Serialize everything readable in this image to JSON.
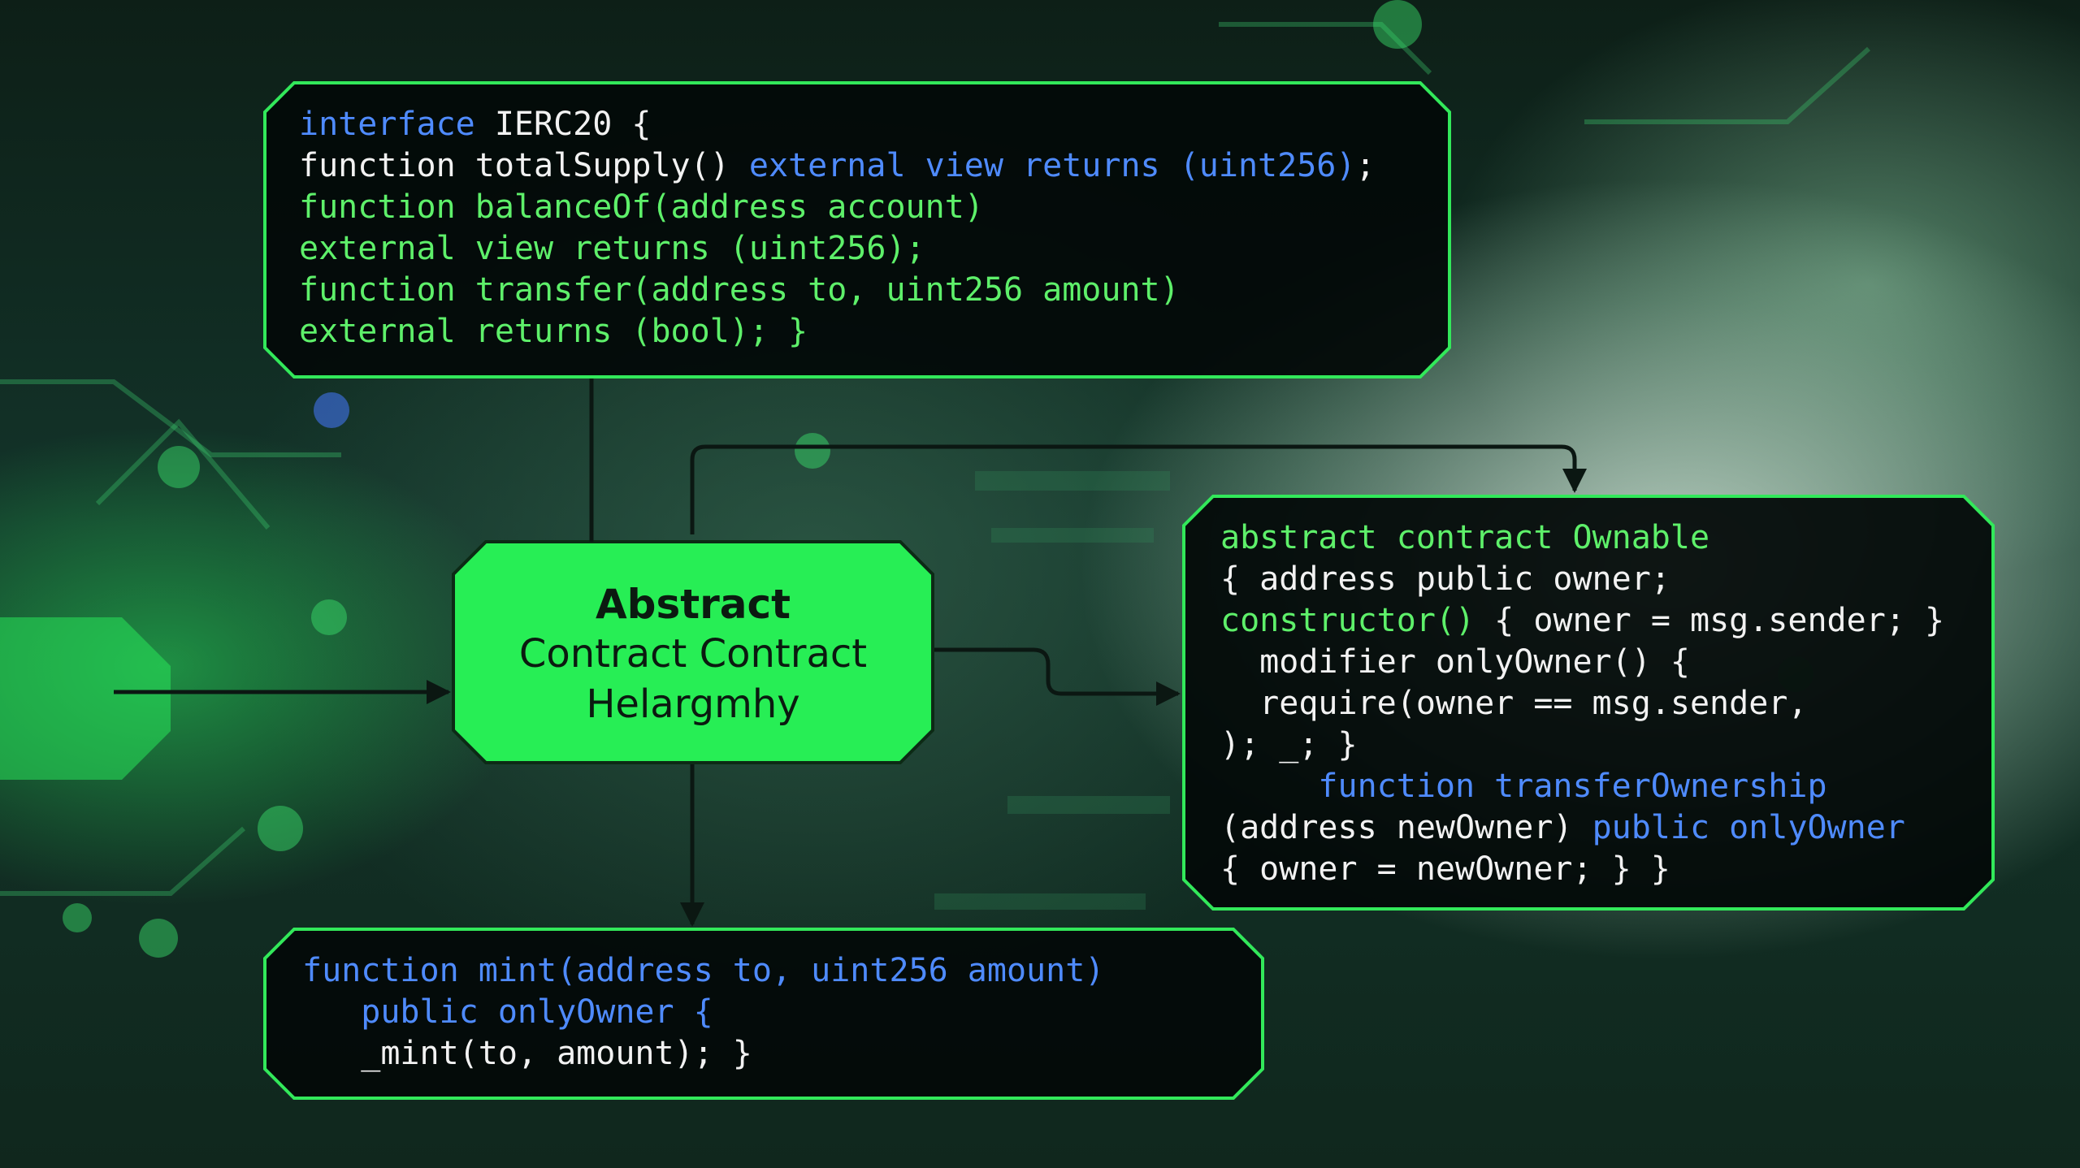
{
  "colors": {
    "box_border": "#32e85a",
    "keyword_blue": "#4f8bff",
    "code_green": "#5ef06a",
    "code_white": "#f2f2f2",
    "node_fill": "#27ee55",
    "arrow": "#0b1712"
  },
  "center_node": {
    "line1": "Abstract",
    "line2": "Contract Contract",
    "line3": "Helargmhy"
  },
  "ierc20_box": {
    "l1": [
      "interface",
      " IERC20 {"
    ],
    "l2": [
      "function totalSupply() ",
      "external view returns (uint256)",
      ";"
    ],
    "l3": "function balanceOf(address account)",
    "l4": "external view returns (uint256);",
    "l5": "function transfer(address to, uint256 amount)",
    "l6": "external returns (bool); }"
  },
  "ownable_box": {
    "l1": "abstract contract Ownable",
    "l2": "{ address public owner;",
    "l3": [
      "constructor()",
      " { owner = msg.sender; }"
    ],
    "l4": "  modifier onlyOwner() {",
    "l5": "  require(owner == msg.sender,",
    "l6": "); _; }",
    "l7": "     function transferOwnership",
    "l8": [
      "(address newOwner) ",
      "public onlyOwner"
    ],
    "l9": "{ owner = newOwner; } }"
  },
  "mint_box": {
    "l1": "function mint(address to, uint256 amount)",
    "l2": "   public onlyOwner {",
    "l3": "   _mint(to, amount); }"
  }
}
